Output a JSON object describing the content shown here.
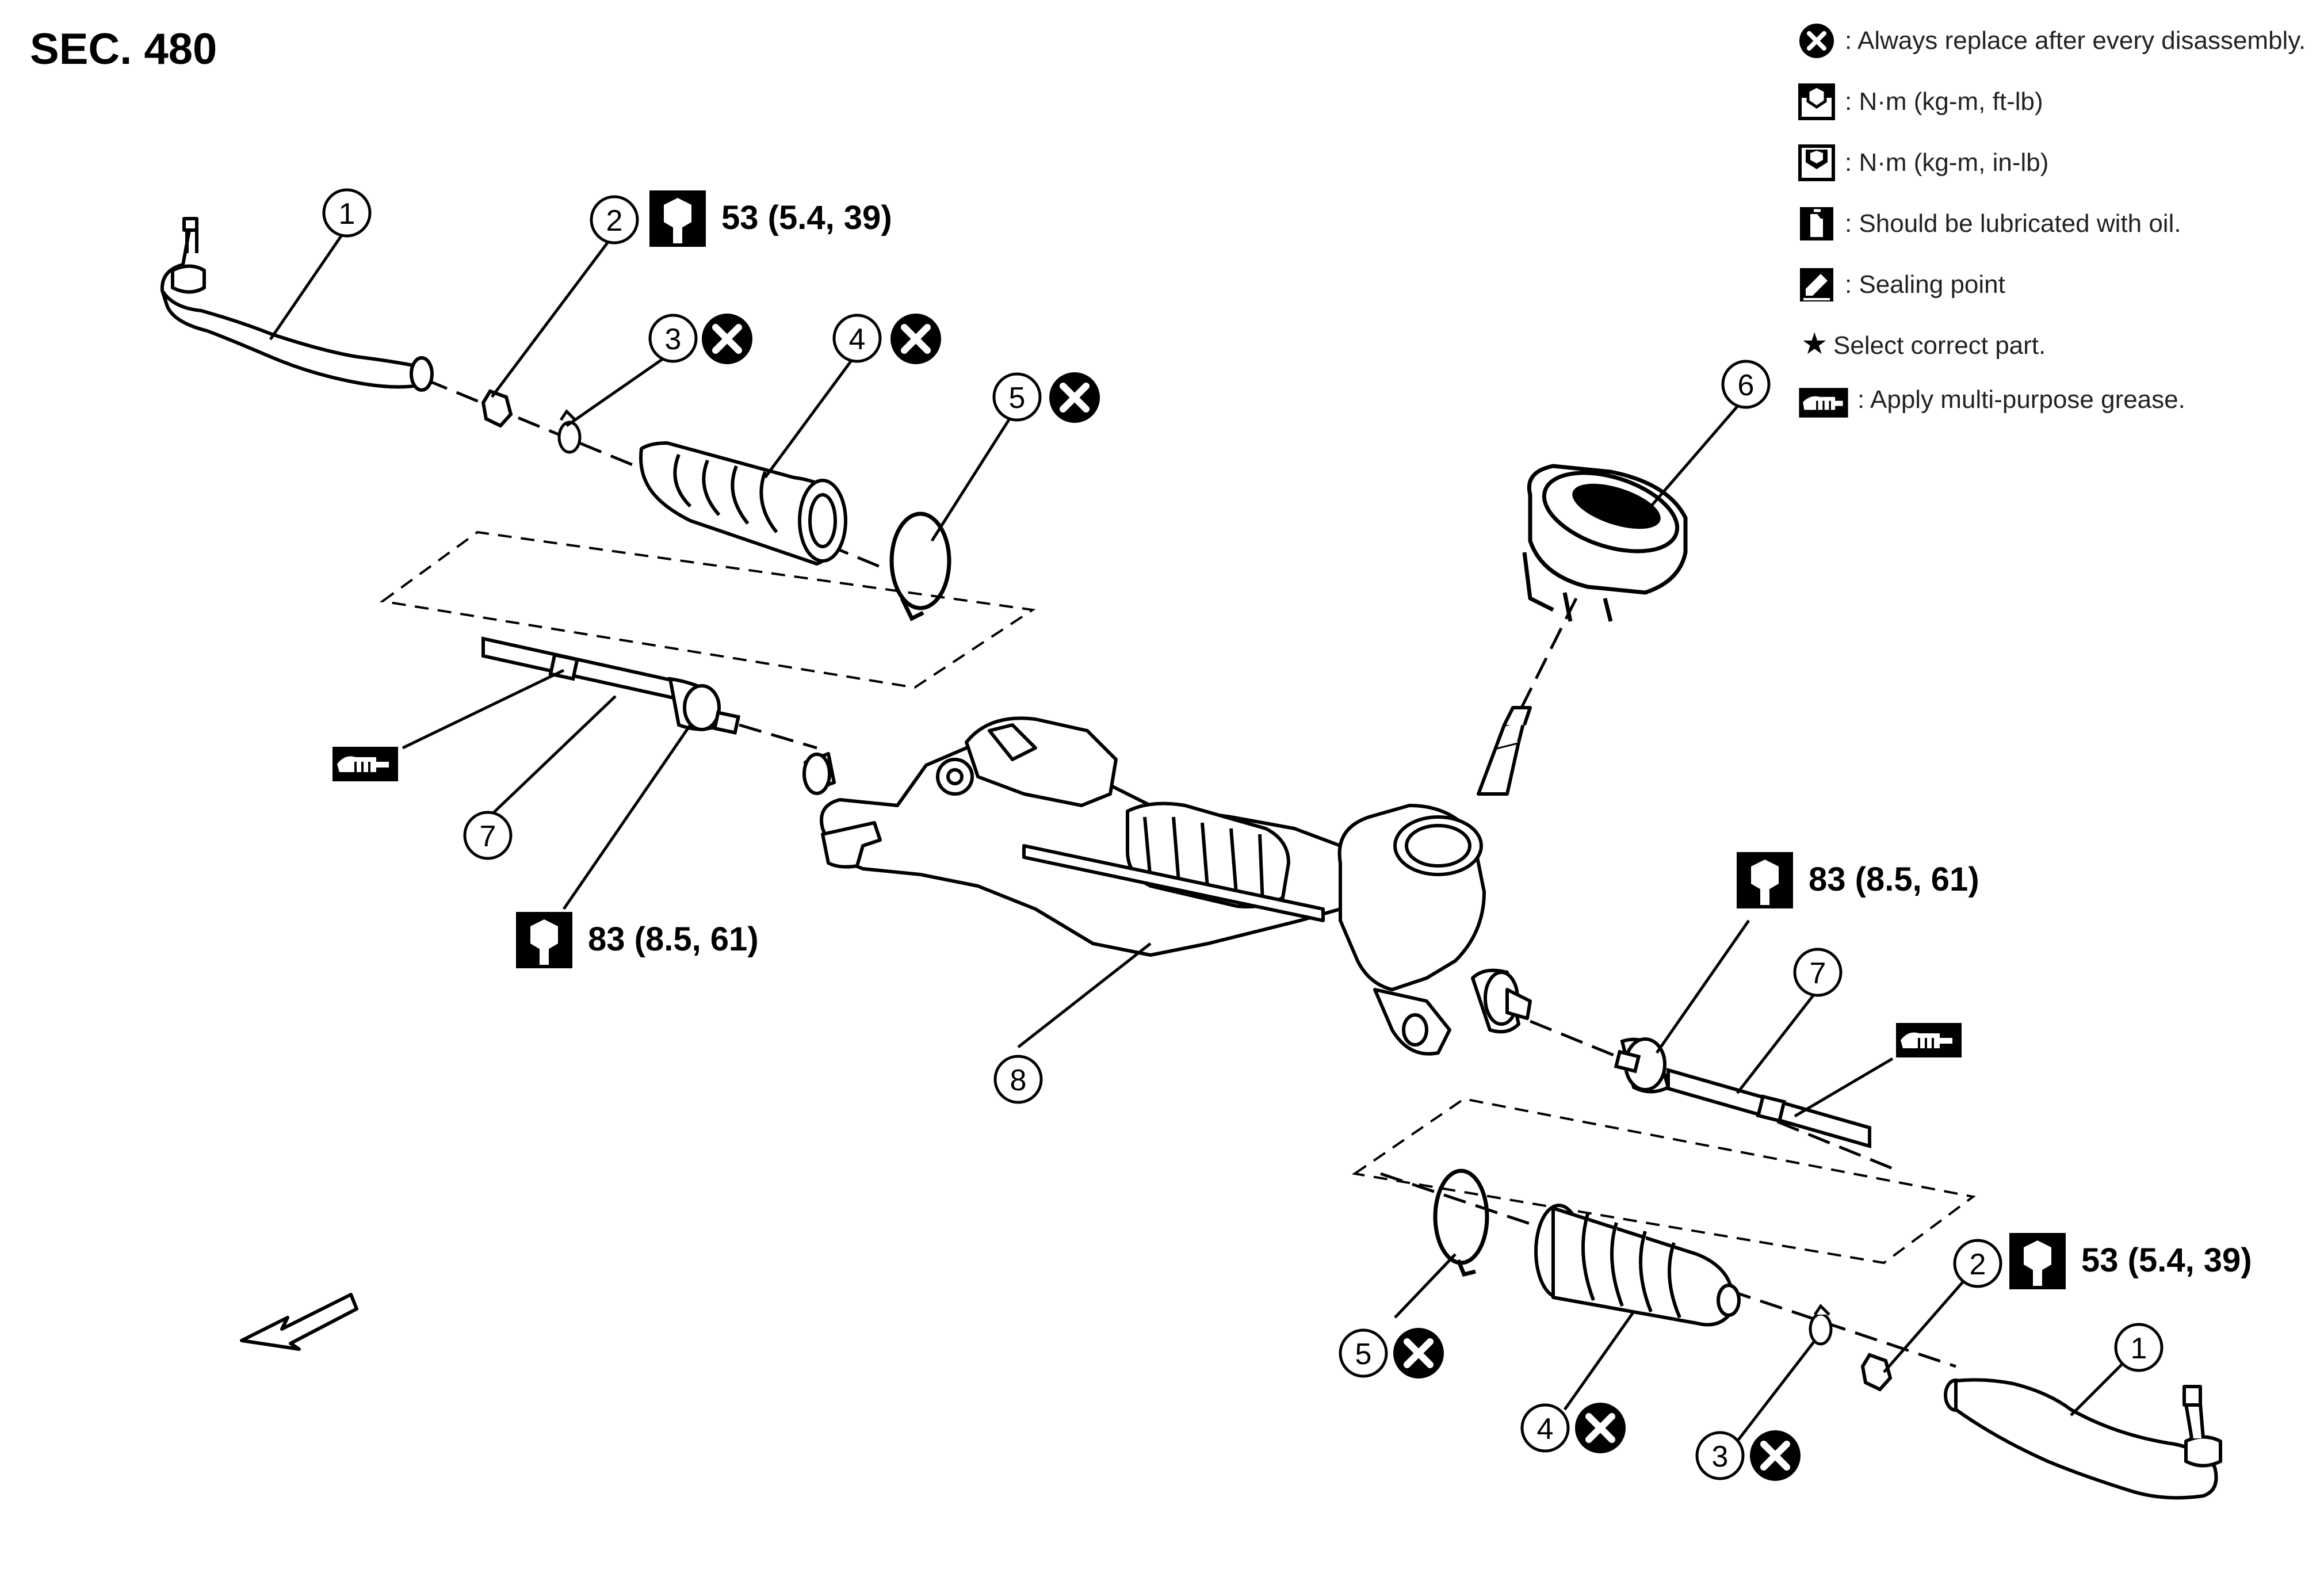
{
  "section_title": "SEC. 480",
  "legend": [
    {
      "icon": "replace-icon",
      "text": ": Always replace after every disassembly."
    },
    {
      "icon": "torque-ftlb-icon",
      "text": ": N·m (kg-m, ft-lb)"
    },
    {
      "icon": "torque-inlb-icon",
      "text": ": N·m (kg-m, in-lb)"
    },
    {
      "icon": "oil-icon",
      "text": ": Should be lubricated with oil."
    },
    {
      "icon": "sealing-icon",
      "text": ": Sealing point"
    },
    {
      "icon": "star-icon",
      "symbol": "★",
      "text": "Select correct part."
    },
    {
      "icon": "grease-icon",
      "text": ": Apply multi-purpose grease."
    }
  ],
  "torque_values": {
    "outer_socket_nut": "53 (5.4, 39)",
    "inner_socket": "83 (8.5, 61)"
  },
  "callouts": {
    "outer_socket": "1",
    "lock_nut": "2",
    "boot_clamp_small": "3",
    "boot": "4",
    "boot_clamp_large": "5",
    "column_hole_cover": "6",
    "inner_socket": "7",
    "steering_gear_assembly": "8"
  },
  "colors": {
    "line": "#000000",
    "text": "#222222",
    "background": "#ffffff"
  }
}
